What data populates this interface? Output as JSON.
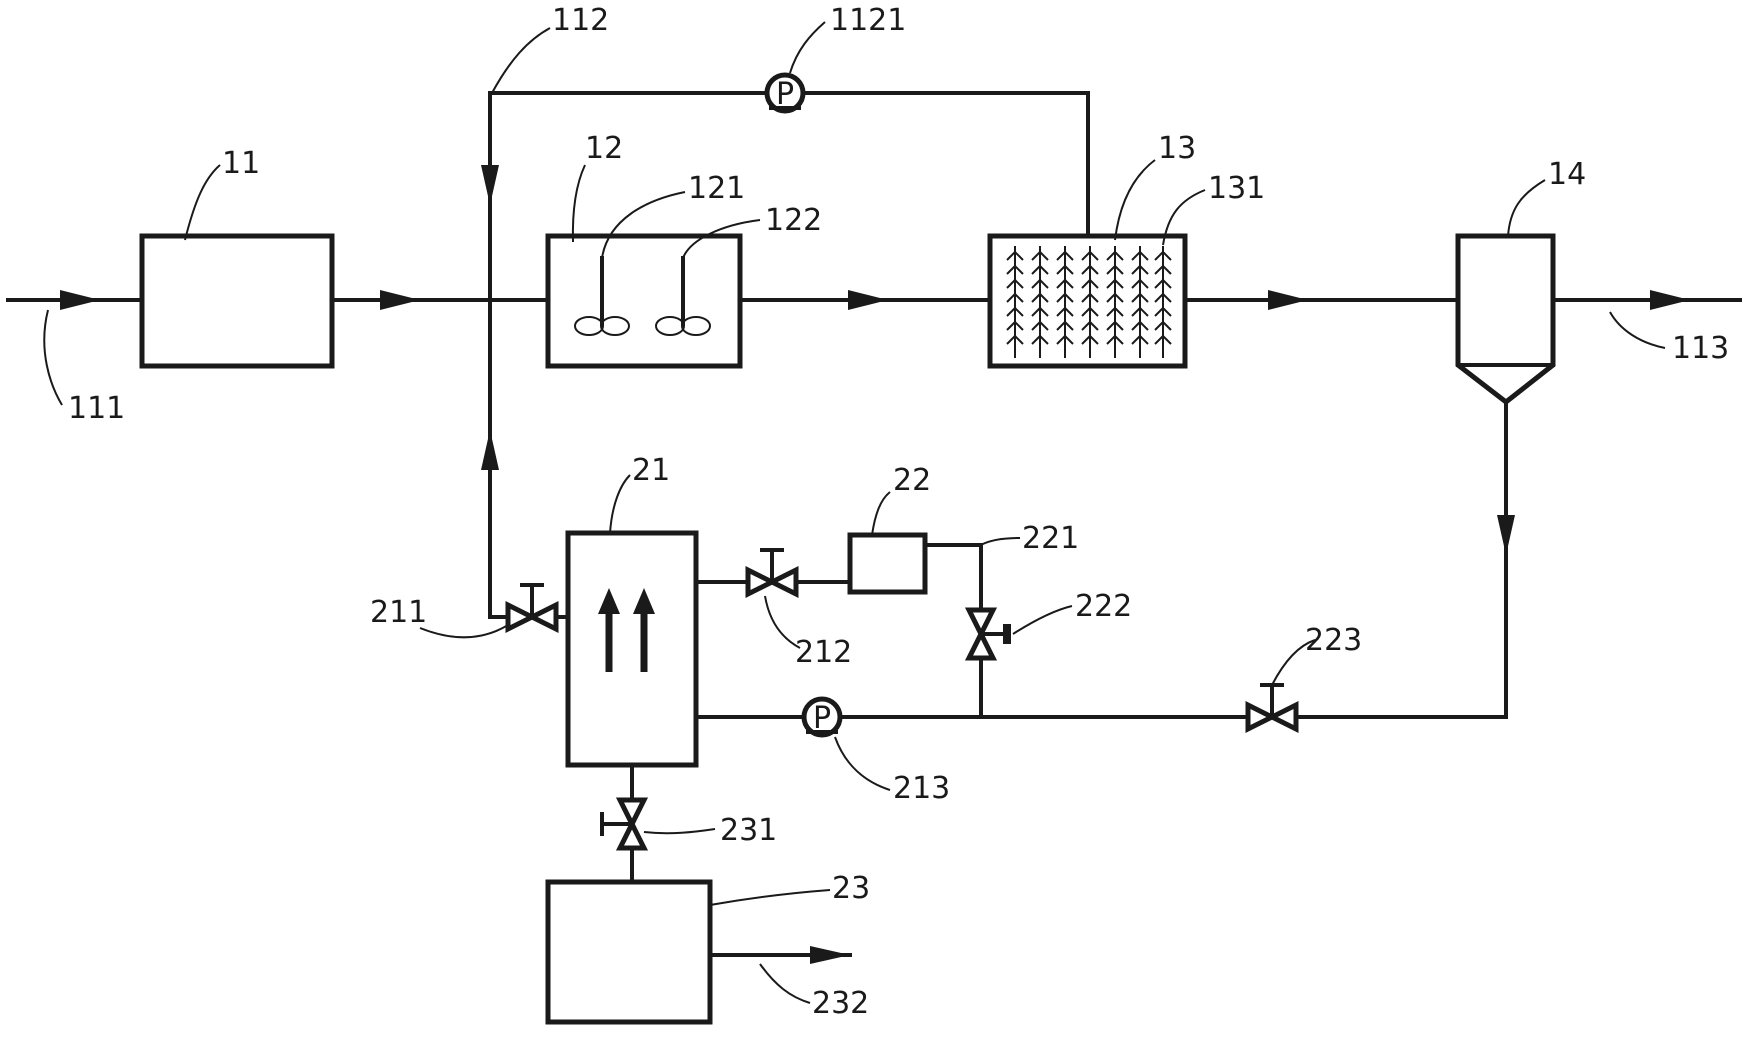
{
  "labels": {
    "l11": "11",
    "l12": "12",
    "l13": "13",
    "l14": "14",
    "l21": "21",
    "l22": "22",
    "l23": "23",
    "l111": "111",
    "l112": "112",
    "l113": "113",
    "l121": "121",
    "l122": "122",
    "l131": "131",
    "l211": "211",
    "l212": "212",
    "l213": "213",
    "l221": "221",
    "l222": "222",
    "l223": "223",
    "l231": "231",
    "l232": "232",
    "l1121": "1121"
  },
  "pump_symbol": "P"
}
